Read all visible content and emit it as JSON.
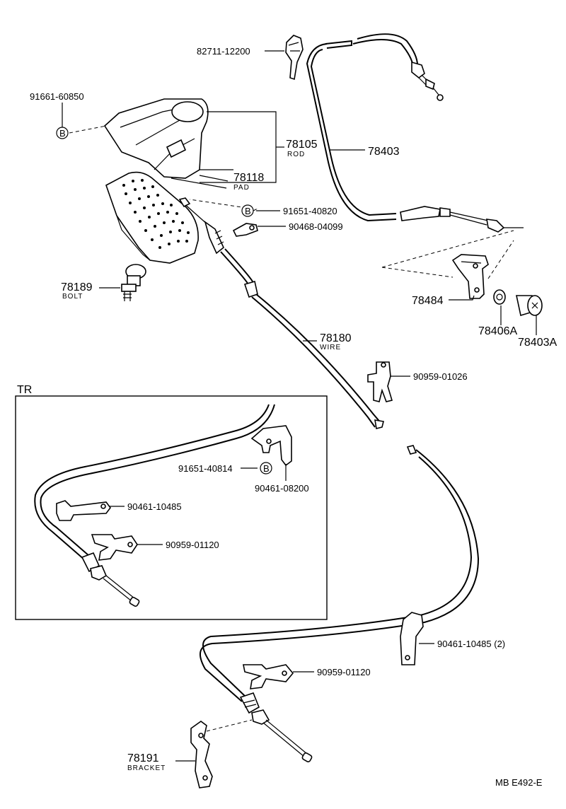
{
  "parts": {
    "p82711": "82711-12200",
    "p91661": "91661-60850",
    "p78105": "78105",
    "p78105_sub": "ROD",
    "p78118": "78118",
    "p78118_sub": "PAD",
    "p78403": "78403",
    "p91651_40820": "91651-40820",
    "p90468": "90468-04099",
    "p78189": "78189",
    "p78189_sub": "BOLT",
    "p78484": "78484",
    "p78406A": "78406A",
    "p78403A": "78403A",
    "p78180": "78180",
    "p78180_sub": "WIRE",
    "p90959_01026": "90959-01026",
    "p91651_40814": "91651-40814",
    "p90461_08200": "90461-08200",
    "p90461_10485_tr": "90461-10485",
    "p90959_01120_tr": "90959-01120",
    "p90461_10485_2": "90461-10485 (2)",
    "p90959_01120": "90959-01120",
    "p78191": "78191",
    "p78191_sub": "BRACKET"
  },
  "markers": {
    "b": "B"
  },
  "inset": {
    "title": "TR"
  },
  "footer": {
    "code": "MB  E492-E"
  }
}
